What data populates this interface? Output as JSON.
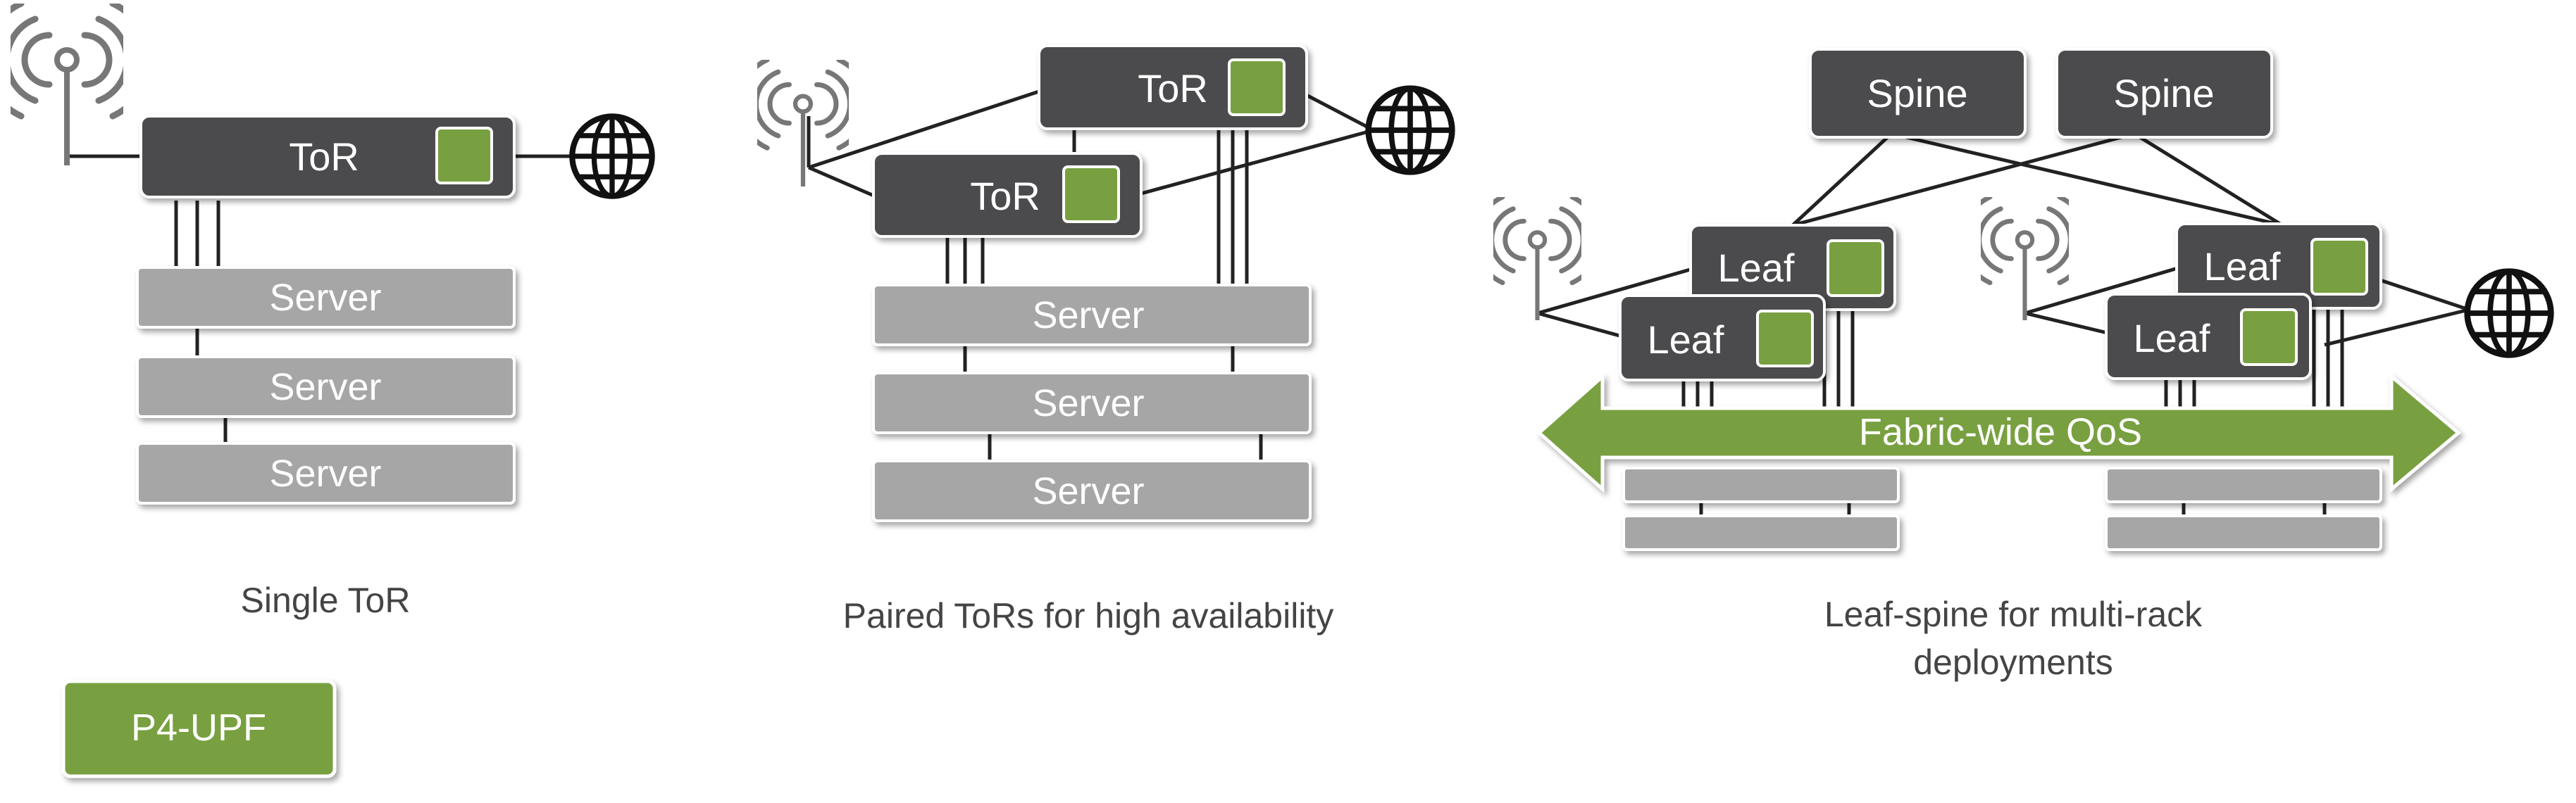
{
  "diagram": {
    "node_labels": {
      "tor": "ToR",
      "server": "Server",
      "spine": "Spine",
      "leaf": "Leaf"
    },
    "captions": {
      "single": "Single ToR",
      "paired": "Paired ToRs for high availability",
      "leafspine_line1": "Leaf-spine for multi-rack",
      "leafspine_line2": "deployments"
    },
    "banner": "Fabric-wide QoS",
    "legend": "P4-UPF",
    "colors": {
      "switch": "#4b4b4d",
      "switch_border": "#ffffff",
      "server": "#a6a6a6",
      "upf_green": "#78a040",
      "line": "#222222",
      "caption": "#444444"
    },
    "icons": [
      "antenna-icon",
      "globe-icon",
      "upf-marker"
    ]
  }
}
